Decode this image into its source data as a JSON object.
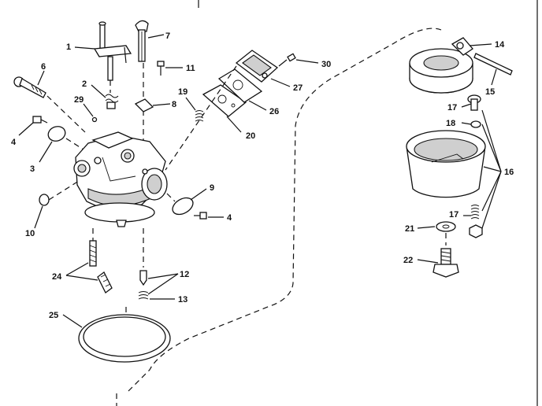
{
  "diagram": {
    "callouts": {
      "c1": "1",
      "c2": "2",
      "c3": "3",
      "c4a": "4",
      "c4b": "4",
      "c6": "6",
      "c7": "7",
      "c8": "8",
      "c9": "9",
      "c10": "10",
      "c11": "11",
      "c12": "12",
      "c13": "13",
      "c14": "14",
      "c15": "15",
      "c16": "16",
      "c17a": "17",
      "c17b": "17",
      "c18": "18",
      "c19": "19",
      "c20": "20",
      "c21": "21",
      "c22": "22",
      "c24": "24",
      "c25": "25",
      "c26": "26",
      "c27": "27",
      "c29": "29",
      "c30": "30"
    }
  }
}
